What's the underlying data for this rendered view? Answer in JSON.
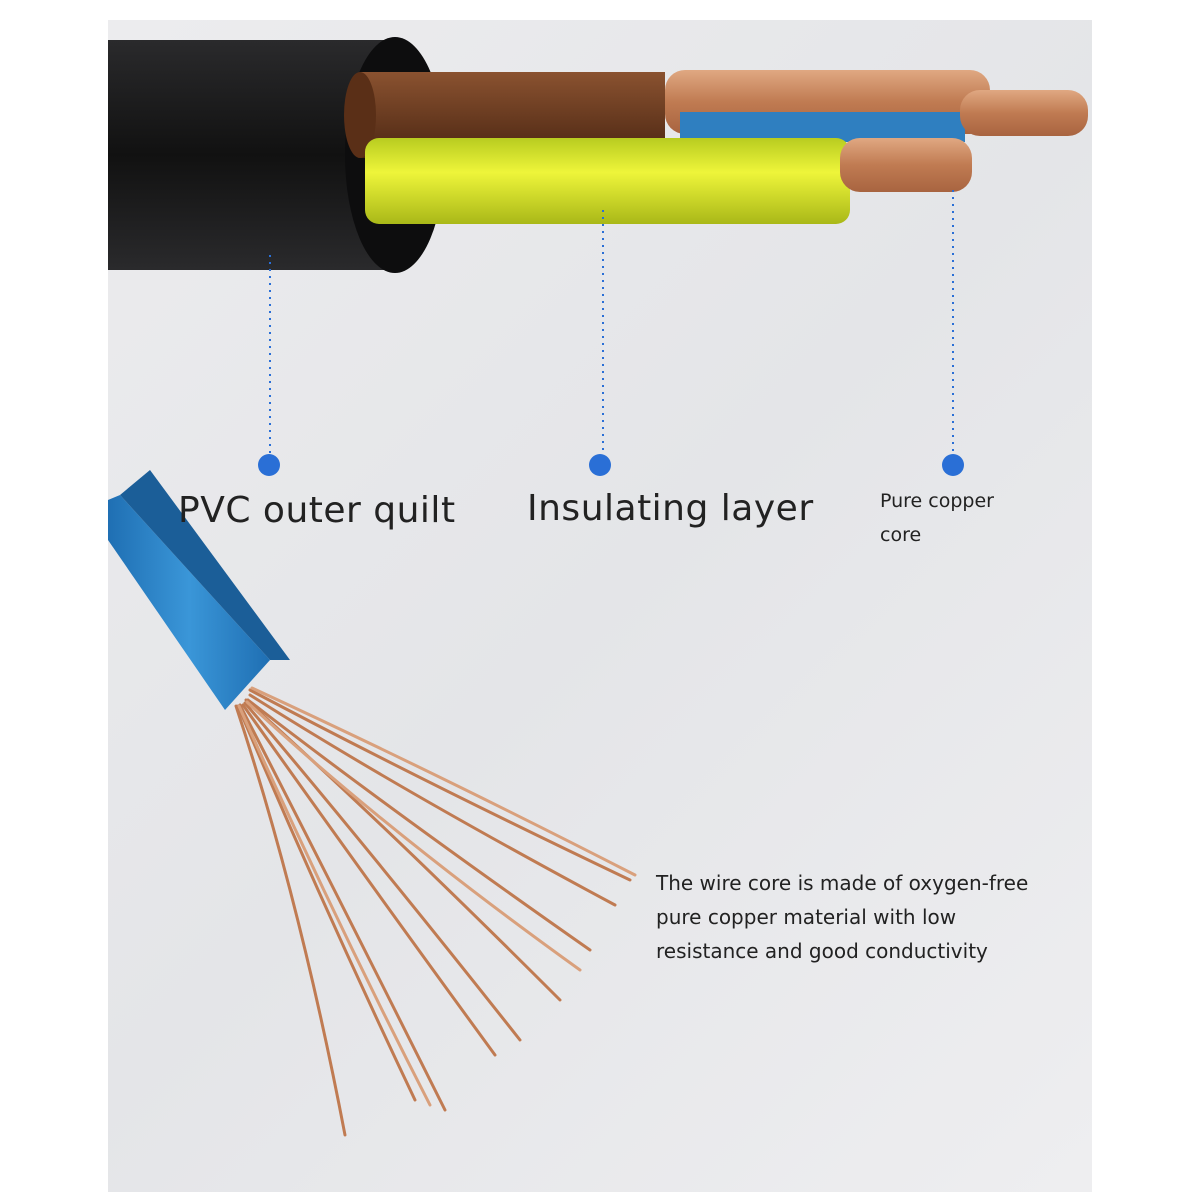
{
  "labels": {
    "pvc": "PVC outer quilt",
    "insulating": "Insulating layer",
    "copper_core": "Pure copper core",
    "description": "The wire core is made of oxygen-free pure copper material with low resistance and good conductivity"
  },
  "colors": {
    "sheath": "#1c1c1e",
    "brown": "#6b3a1f",
    "yellow_green": "#d8e82a",
    "blue": "#2f7fc0",
    "copper": "#c98a62",
    "callout": "#2a6fd6"
  }
}
